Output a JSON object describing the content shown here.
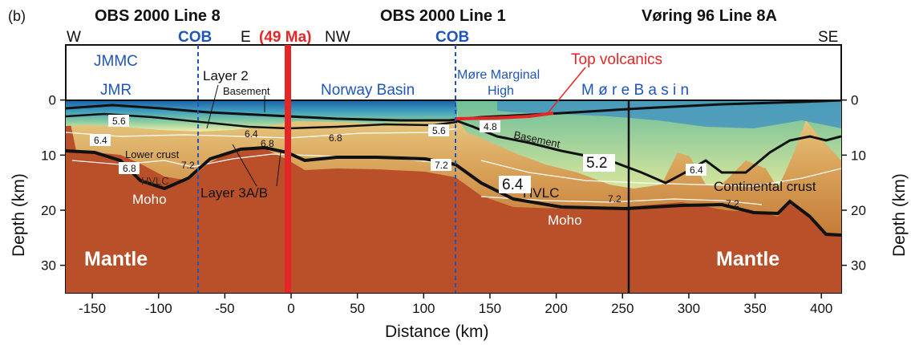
{
  "panel_label": "(b)",
  "titles": {
    "left": "OBS 2000 Line 8",
    "middle": "OBS 2000 Line 1",
    "right": "Vøring 96 Line 8A"
  },
  "directions": {
    "w": "W",
    "e": "E",
    "nw": "NW",
    "se": "SE"
  },
  "age_marker": "(49 Ma)",
  "cob_label": "COB",
  "labels": {
    "jmmc": "JMMC",
    "jmr": "JMR",
    "layer2": "Layer 2",
    "basement": "Basement",
    "norway_basin": "Norway Basin",
    "more_marginal_line1": "Møre Marginal",
    "more_marginal_line2": "High",
    "more_basin": "M ø r e   B a s i n",
    "top_volcanics": "Top volcanics",
    "lower_crust": "Lower crust",
    "hvlc": "HVLC",
    "moho": "Moho",
    "layer3ab": "Layer 3A/B",
    "mantle": "Mantle",
    "continental_crust": "Continental crust",
    "basement_right": "Basement"
  },
  "velocity_labels": [
    "5.6",
    "6.4",
    "6.8",
    "7.2",
    "6.4",
    "6.8",
    "6.8",
    "5.6",
    "7.2",
    "4.8",
    "6.4",
    "5.2",
    "7.2",
    "6.4",
    "7.2"
  ],
  "colors": {
    "mantle": "#b9502a",
    "lower_crust": "#c98a3a",
    "cob": "#1f56b8",
    "age": "#e42626",
    "volcanics": "#e42626"
  },
  "chart_data": {
    "type": "cross-section",
    "xlabel": "Distance (km)",
    "ylabel": "Depth (km)",
    "xlim": [
      -170,
      415
    ],
    "ylim": [
      35,
      -10
    ],
    "x_ticks": [
      -150,
      -100,
      -50,
      0,
      50,
      100,
      150,
      200,
      250,
      300,
      350,
      400
    ],
    "y_ticks": [
      0,
      10,
      20,
      30
    ],
    "markers": [
      {
        "name": "COB",
        "x": -68
      },
      {
        "name": "49 Ma",
        "x": 0
      },
      {
        "name": "COB",
        "x": 124
      },
      {
        "name": "Line junction",
        "x": 255
      }
    ],
    "moho_depth_km": [
      {
        "x": -168,
        "y": 9
      },
      {
        "x": -130,
        "y": 12
      },
      {
        "x": -95,
        "y": 16
      },
      {
        "x": -60,
        "y": 11
      },
      {
        "x": -25,
        "y": 8
      },
      {
        "x": 0,
        "y": 11
      },
      {
        "x": 50,
        "y": 10.5
      },
      {
        "x": 100,
        "y": 11
      },
      {
        "x": 124,
        "y": 14
      },
      {
        "x": 175,
        "y": 19
      },
      {
        "x": 255,
        "y": 20
      },
      {
        "x": 325,
        "y": 18
      },
      {
        "x": 360,
        "y": 21
      },
      {
        "x": 405,
        "y": 25
      }
    ]
  }
}
